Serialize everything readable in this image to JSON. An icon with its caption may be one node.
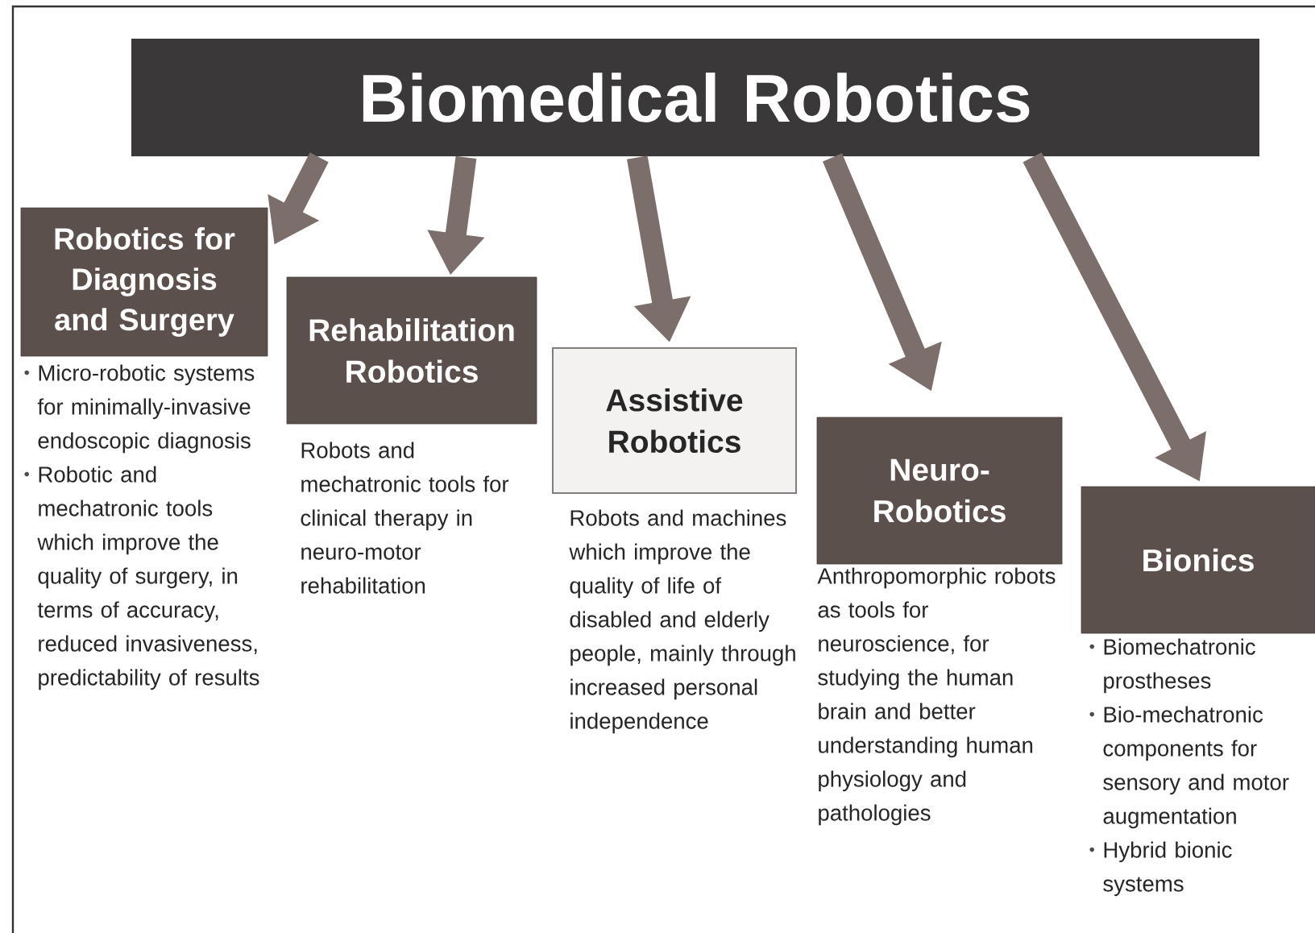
{
  "diagram": {
    "nodes": [
      {
        "text": [
          "Biomedical Robotics"
        ]
      },
      {
        "text": [
          "Robotics for Diagnosis and Surgery"
        ],
        "beside": [
          "Micro-robotic systems for minimally-invasive endoscopic diagnosis",
          "Robotic and mechatronic tools which improve the quality of surgery, in terms of accuracy, reduced invasiveness, predictability of results"
        ]
      },
      {
        "text": [
          "Rehabilitation Robotics"
        ],
        "beside": [
          "Robots and mechatronic tools for clinical therapy in neuro-motor rehabilitation"
        ]
      },
      {
        "text": [
          "Assistive Robotics"
        ],
        "beside": [
          "Robots and machines which improve the quality of life of disabled and elderly people, mainly through increased personal independence"
        ]
      },
      {
        "text": [
          "Neuro-Robotics"
        ],
        "beside": [
          "Anthropomorphic robots as tools for neuroscience, for studying the human brain and better understanding human physiology and pathologies"
        ]
      },
      {
        "text": [
          "Bionics"
        ],
        "beside": [
          "Biomechatronic prostheses",
          "Bio-mechatronic components for sensory and motor augmentation",
          "Hybrid bionic systems"
        ]
      }
    ],
    "edges": [
      {
        "from": 0,
        "to": 1,
        "arrow": "to"
      },
      {
        "from": 0,
        "to": 2,
        "arrow": "to"
      },
      {
        "from": 0,
        "to": 3,
        "arrow": "to"
      },
      {
        "from": 0,
        "to": 4,
        "arrow": "to"
      },
      {
        "from": 0,
        "to": 5,
        "arrow": "to"
      }
    ]
  }
}
